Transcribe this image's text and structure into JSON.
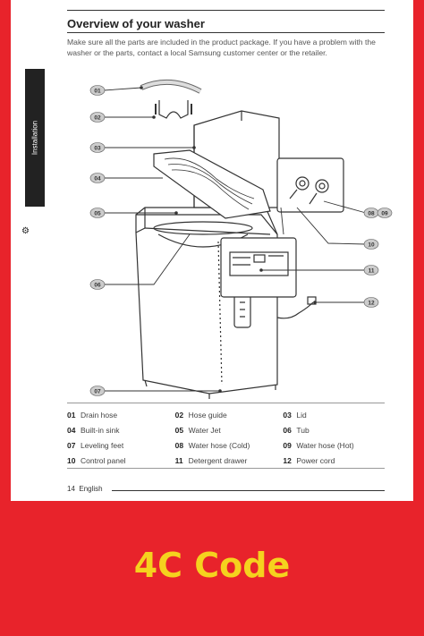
{
  "page": {
    "title": "Overview of your washer",
    "intro": "Make sure all the parts are included in the product package. If you have a problem with the washer or the parts, contact a local Samsung customer center or the retailer.",
    "side_tab": "Installation",
    "footer_page": "14",
    "footer_lang": "English"
  },
  "diagram": {
    "callouts": [
      "01",
      "02",
      "03",
      "04",
      "05",
      "06",
      "07",
      "08",
      "09",
      "10",
      "11",
      "12"
    ]
  },
  "parts": [
    [
      {
        "num": "01",
        "name": "Drain hose"
      },
      {
        "num": "02",
        "name": "Hose guide"
      },
      {
        "num": "03",
        "name": "Lid"
      }
    ],
    [
      {
        "num": "04",
        "name": "Built-in sink"
      },
      {
        "num": "05",
        "name": "Water Jet"
      },
      {
        "num": "06",
        "name": "Tub"
      }
    ],
    [
      {
        "num": "07",
        "name": "Leveling feet"
      },
      {
        "num": "08",
        "name": "Water hose (Cold)"
      },
      {
        "num": "09",
        "name": "Water hose (Hot)"
      }
    ],
    [
      {
        "num": "10",
        "name": "Control panel"
      },
      {
        "num": "11",
        "name": "Detergent drawer"
      },
      {
        "num": "12",
        "name": "Power cord"
      }
    ]
  ],
  "banner": {
    "text": "4C Code",
    "background": "#e8232b",
    "text_color": "#f5d21e"
  }
}
